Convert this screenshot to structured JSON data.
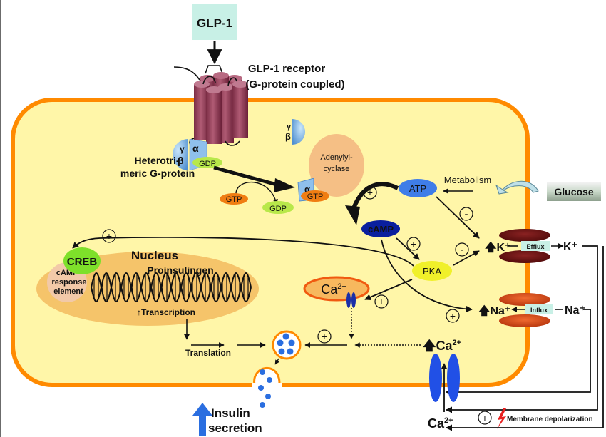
{
  "title": "GLP-1 signalling in the pancreatic beta cell",
  "ligand": {
    "label": "GLP-1",
    "color": "#c8f0e6"
  },
  "receptor": {
    "label_line1": "GLP-1 receptor",
    "label_line2": "(G-protein coupled)",
    "color": "#a04a62"
  },
  "g_protein": {
    "label_line1": "Heterotri-",
    "label_line2": "meric G-protein",
    "alpha": "α",
    "beta": "β",
    "gamma": "γ"
  },
  "nucleotides": {
    "gdp": "GDP",
    "gtp": "GTP"
  },
  "adenylyl_cyclase": {
    "line1": "Adenylyl-",
    "line2": "cyclase"
  },
  "metabolites": {
    "atp": "ATP",
    "camp": "cAMP",
    "pka": "PKA",
    "metabolism": "Metabolism",
    "glucose": "Glucose"
  },
  "nucleus": {
    "title": "Nucleus",
    "gene": "Proinsulingen",
    "creb": "CREB",
    "cre_line1": "cAMP-",
    "cre_line2": "response",
    "cre_line3": "element",
    "transcription": "Transcription",
    "translation": "Translation"
  },
  "ions": {
    "k_inside": "K⁺",
    "k_outside": "K⁺",
    "efflux": "Efflux",
    "na_inside": "Na⁺",
    "na_outside": "Na⁺",
    "influx": "Influx",
    "ca_store": "Ca",
    "ca_sup": "2+",
    "ca_inside": "Ca",
    "ca_outside": "Ca"
  },
  "signs": {
    "plus": "+",
    "minus": "-"
  },
  "depolarization": "Membrane depolarization",
  "secretion": {
    "line1": "Insulin",
    "line2": "secretion"
  },
  "colors": {
    "cell_fill": "#fff6a8",
    "membrane": "#ff8a00",
    "nucleus": "#f5c46a",
    "creb": "#7ee02a",
    "atp": "#3f7de8",
    "camp": "#0a1f9e",
    "pka": "#f0f02a",
    "gtp": "#f07d12",
    "gdp": "#b8e84a",
    "k_channel": "#6a1212",
    "na_channel": "#d84a1a",
    "ca_channel": "#2150e6",
    "insulin_blue": "#2a6ee0"
  }
}
